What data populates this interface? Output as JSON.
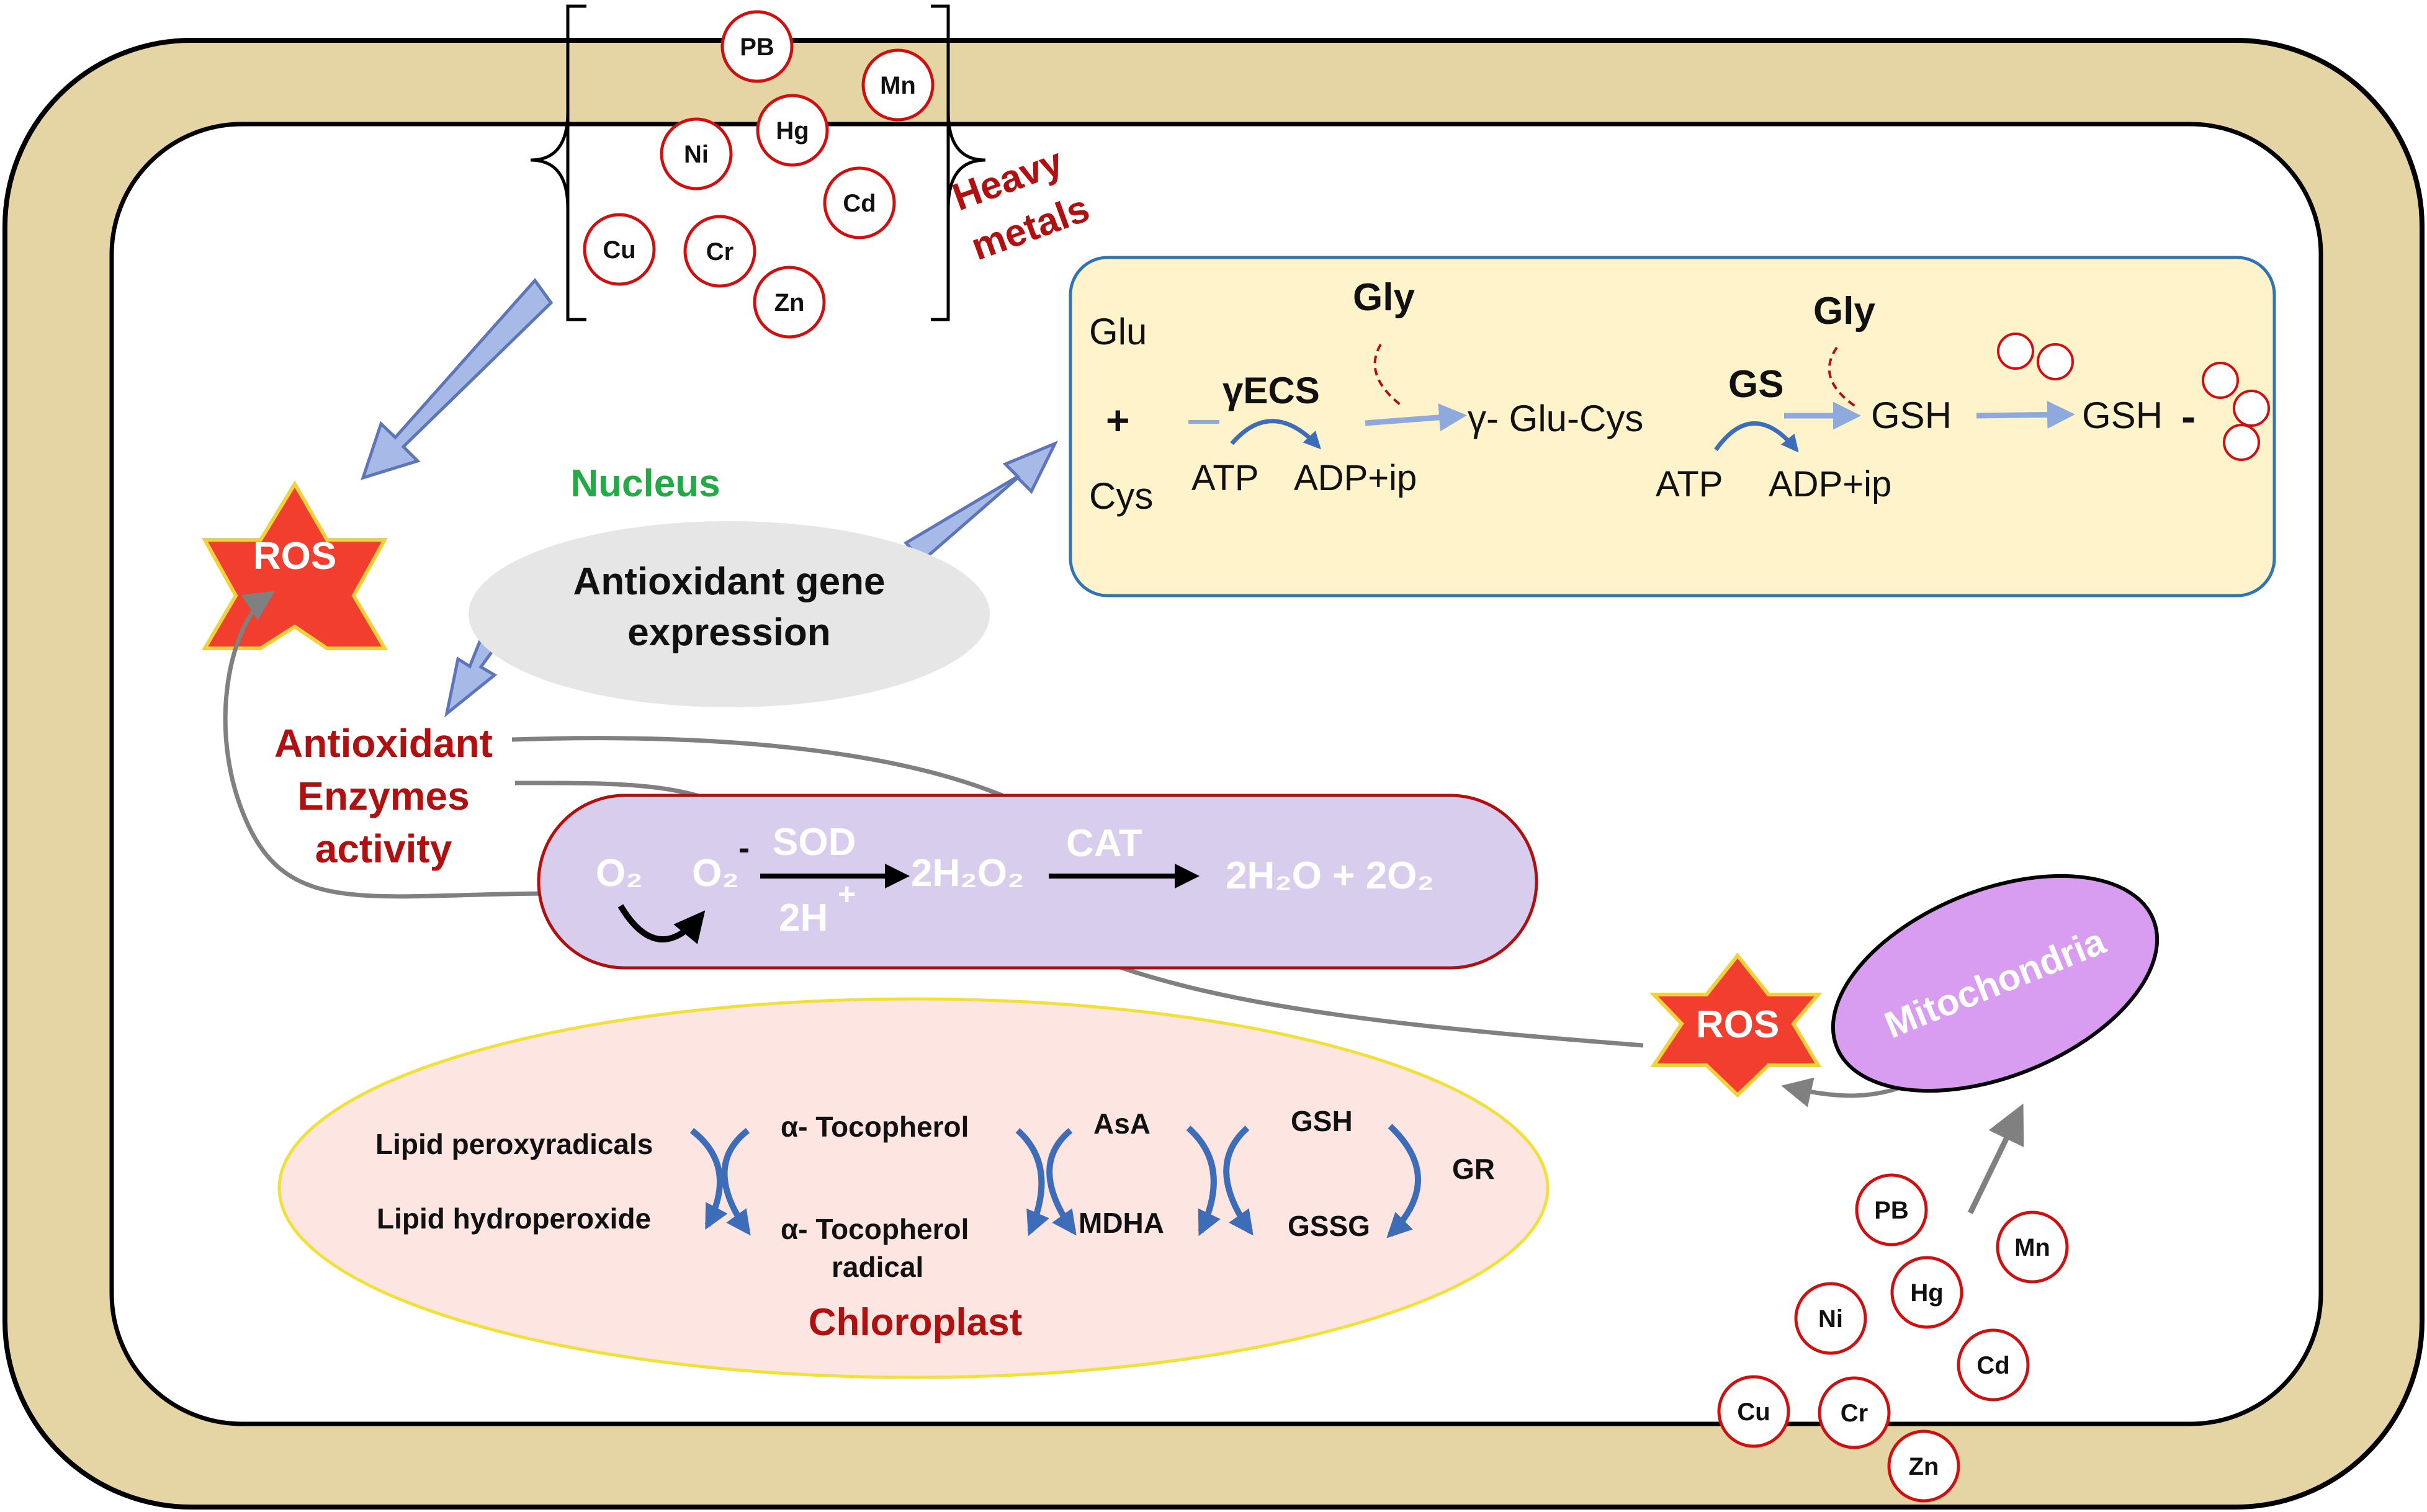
{
  "colors": {
    "cell_wall": "#e6d5a4",
    "cytoplasm": "#ffffff",
    "outline": "#000000",
    "metal_stroke": "#d01010",
    "dark_red_text": "#b01010",
    "nucleus_label": "#22aa44",
    "nucleus_fill": "#e6e6e6",
    "gsh_box_fill": "#fff3cc",
    "gsh_box_stroke": "#2e75b6",
    "antiox_fill": "#d9cdee",
    "antiox_stroke": "#b01010",
    "chloroplast_fill": "#fde6e2",
    "chloroplast_stroke": "#f2e03a",
    "mitochondria_fill": "#d89cf0",
    "ros_fill": "#f23e2e",
    "ros_stroke": "#f2d23a",
    "big_arrow_fill": "#a7b9e6",
    "big_arrow_stroke": "#5d75b9",
    "grey_arrow": "#808080",
    "pathway_arrow": "#8ea9db",
    "curved_blue": "#3d6cb9"
  },
  "heavy_metals_top": [
    "PB",
    "Mn",
    "Ni",
    "Hg",
    "Cd",
    "Cu",
    "Cr",
    "Zn"
  ],
  "heavy_metals_bottom": [
    "PB",
    "Mn",
    "Ni",
    "Hg",
    "Cd",
    "Cu",
    "Cr",
    "Zn"
  ],
  "labels": {
    "heavy_metals_line1": "Heavy",
    "heavy_metals_line2": "metals",
    "ros_top": "ROS",
    "ros_bottom": "ROS",
    "nucleus": "Nucleus",
    "gene_expression_line1": "Antioxidant gene",
    "gene_expression_line2": "expression",
    "enzymes_line1": "Antioxidant",
    "enzymes_line2": "Enzymes",
    "enzymes_line3": "activity",
    "mitochondria": "Mitochondria",
    "chloroplast": "Chloroplast"
  },
  "gsh_pathway": {
    "glu": "Glu",
    "plus": "+",
    "cys": "Cys",
    "gecs": "γECS",
    "atp_1": "ATP",
    "adp_1": "ADP+ip",
    "gly_1": "Gly",
    "glu_cys": "γ- Glu-Cys",
    "gs": "GS",
    "gly_2": "Gly",
    "atp_2": "ATP",
    "adp_2": "ADP+ip",
    "gsh": "GSH",
    "gsh_minus": "GSH",
    "minus_sign": "-"
  },
  "antioxidant_reactions": {
    "o2": "O₂",
    "o2_radical": "O₂",
    "superscript_minus": "-",
    "sod": "SOD",
    "two_h_plus": "2H",
    "plus_superscript": "+",
    "h2o2": "2H₂O₂",
    "cat": "CAT",
    "products": "2H₂O + 2O₂"
  },
  "chloroplast_cycle": {
    "lipid_peroxy": "Lipid peroxyradicals",
    "lipid_hydroperoxide": "Lipid hydroperoxide",
    "tocopherol": "α- Tocopherol",
    "tocopherol_radical_line1": "α- Tocopherol",
    "tocopherol_radical_line2": "radical",
    "asa": "AsA",
    "mdha": "MDHA",
    "gsh": "GSH",
    "gssg": "GSSG",
    "gr": "GR"
  }
}
